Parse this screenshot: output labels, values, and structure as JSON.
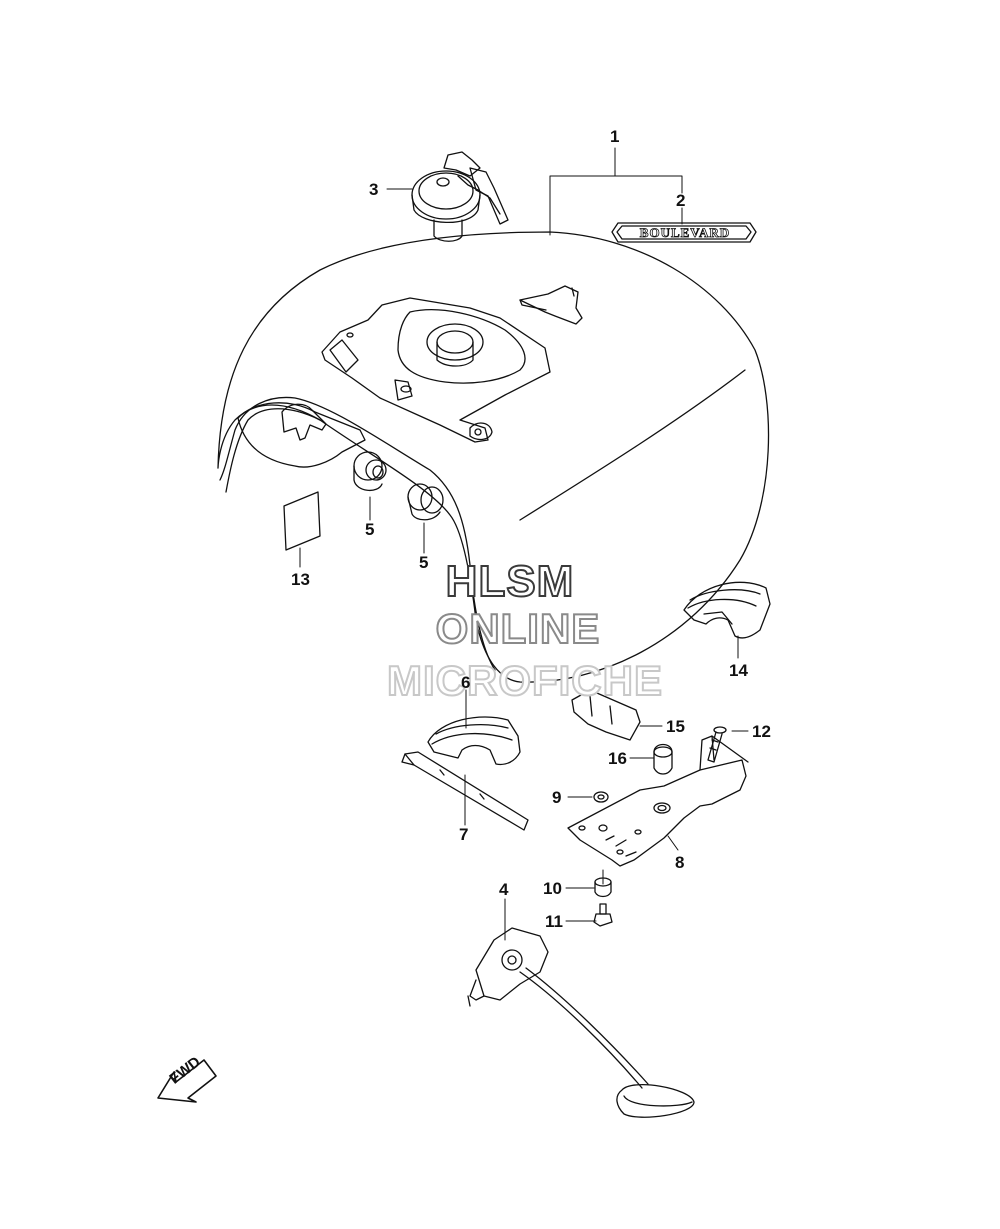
{
  "watermark": {
    "line1": "HLSM",
    "line2": "ONLINE",
    "line3": "MICROFICHE"
  },
  "emblem_text": "BOULEVARD",
  "fwd_label": "FWD",
  "callouts": {
    "c1": "1",
    "c2": "2",
    "c3": "3",
    "c4": "4",
    "c5a": "5",
    "c5b": "5",
    "c6": "6",
    "c7": "7",
    "c8": "8",
    "c9": "9",
    "c10": "10",
    "c11": "11",
    "c12": "12",
    "c13": "13",
    "c14": "14",
    "c15": "15",
    "c16": "16"
  }
}
